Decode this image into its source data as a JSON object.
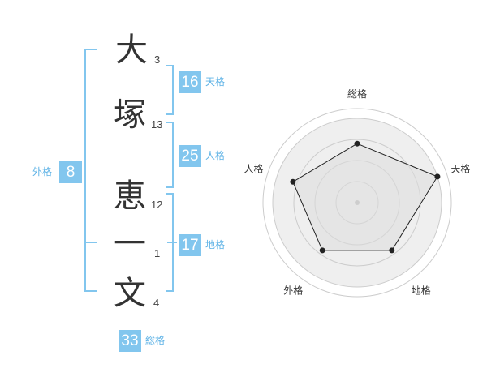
{
  "name_chars": [
    {
      "char": "大",
      "strokes": "3"
    },
    {
      "char": "塚",
      "strokes": "13"
    },
    {
      "char": "恵",
      "strokes": "12"
    },
    {
      "char": "一",
      "strokes": "1"
    },
    {
      "char": "文",
      "strokes": "4"
    }
  ],
  "kaku": {
    "tenkaku": {
      "value": "16",
      "label": "天格"
    },
    "jinkaku": {
      "value": "25",
      "label": "人格"
    },
    "chikaku": {
      "value": "17",
      "label": "地格"
    },
    "gaikaku": {
      "value": "8",
      "label": "外格"
    },
    "soukaku": {
      "value": "33",
      "label": "総格"
    }
  },
  "colors": {
    "accent": "#82c6ee",
    "label": "#5fb3e6",
    "text": "#333333"
  },
  "chart_data": {
    "type": "radar",
    "axes": [
      "総格",
      "天格",
      "地格",
      "外格",
      "人格"
    ],
    "values": [
      0.7,
      1.0,
      0.7,
      0.7,
      0.8
    ],
    "rings": 4,
    "ring_fill": "#efefef",
    "ring_stroke": "#cccccc",
    "line_color": "#222222"
  }
}
